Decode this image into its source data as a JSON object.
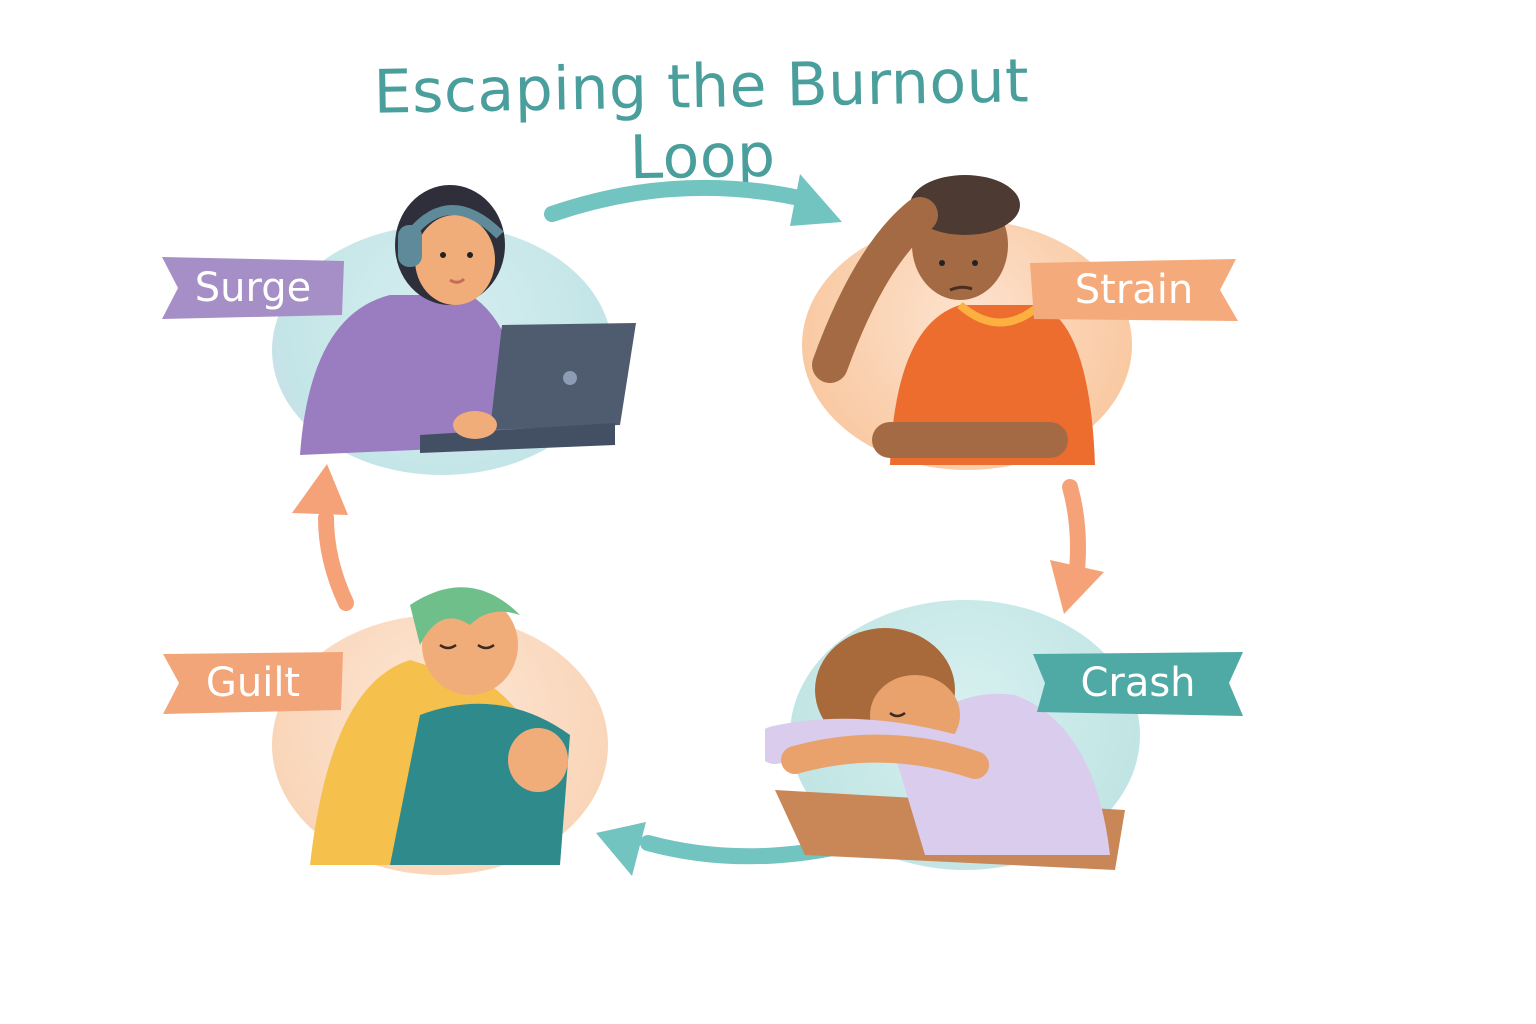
{
  "title": "Escaping the Burnout Loop",
  "colors": {
    "title": "#4a9f9c",
    "teal_arrow": "#72c4c1",
    "orange_arrow": "#f6a278",
    "surge_banner": "#a58fc6",
    "strain_banner": "#f5aa7b",
    "crash_banner": "#4fa9a4",
    "guilt_banner": "#f3a57a"
  },
  "stages": [
    {
      "id": "surge",
      "label": "Surge",
      "figure": "person with headphones typing on laptop",
      "position": "top-left"
    },
    {
      "id": "strain",
      "label": "Strain",
      "figure": "person holding head, stressed",
      "position": "top-right"
    },
    {
      "id": "crash",
      "label": "Crash",
      "figure": "person asleep on desk",
      "position": "bottom-right"
    },
    {
      "id": "guilt",
      "label": "Guilt",
      "figure": "person hugging knees",
      "position": "bottom-left"
    }
  ],
  "arrows": [
    {
      "from": "surge",
      "to": "strain",
      "color": "teal"
    },
    {
      "from": "strain",
      "to": "crash",
      "color": "orange"
    },
    {
      "from": "crash",
      "to": "guilt",
      "color": "teal"
    },
    {
      "from": "guilt",
      "to": "surge",
      "color": "orange"
    }
  ]
}
